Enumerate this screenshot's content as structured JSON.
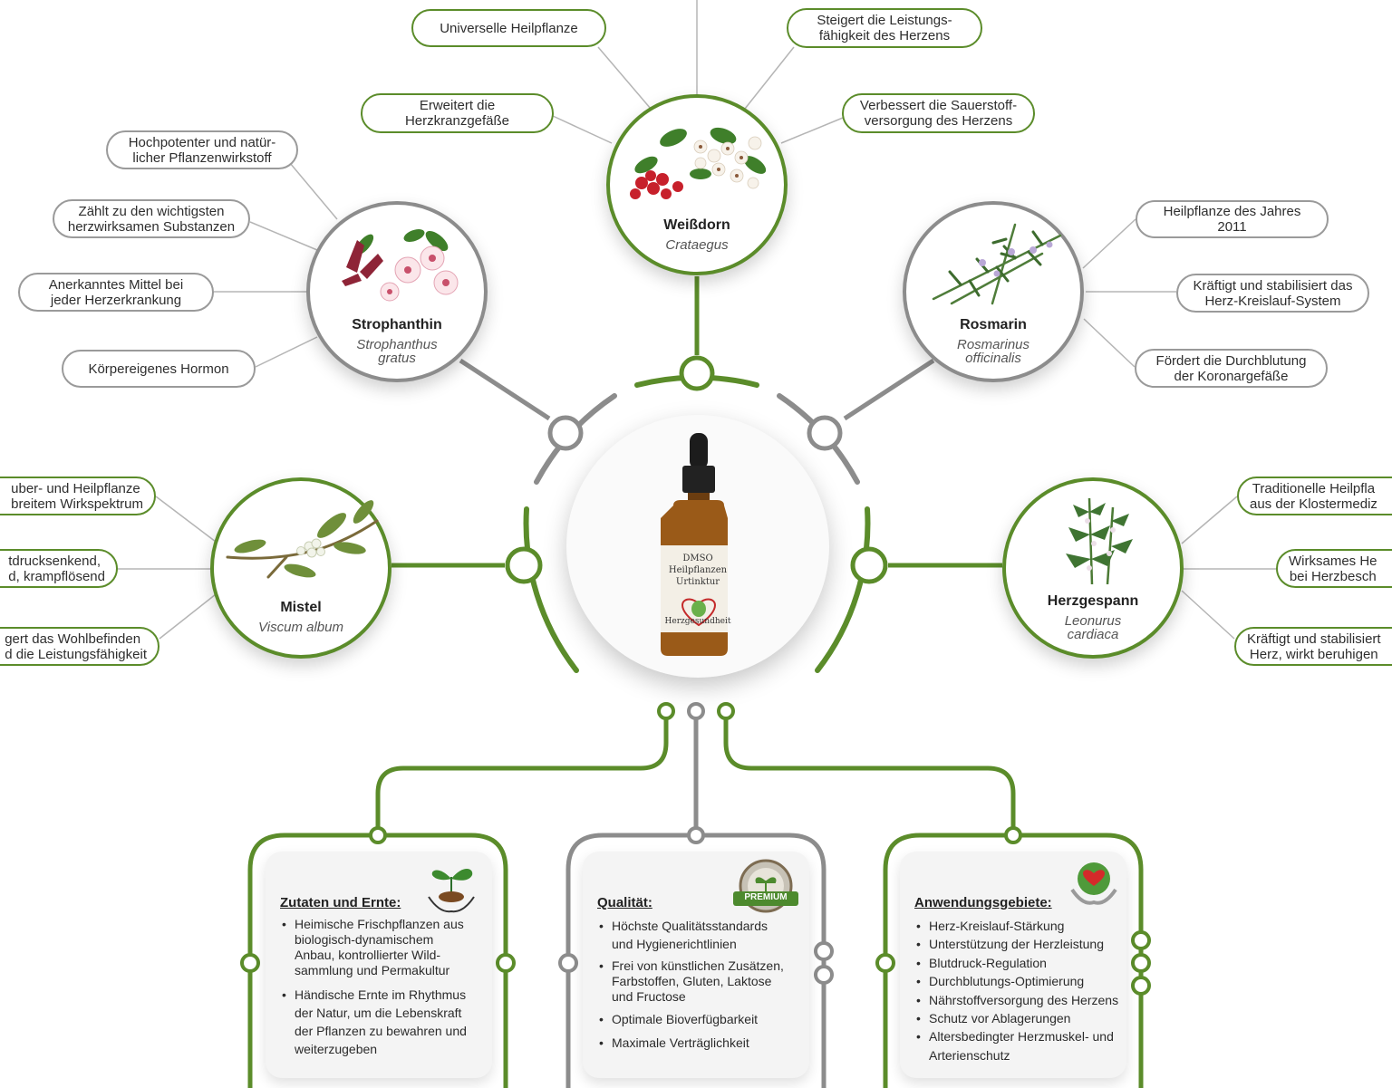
{
  "center": {
    "bottle_label": [
      "DMSO",
      "Heilpflanzen",
      "Urtinktur"
    ],
    "bottle_sub": "Herzgesundheit"
  },
  "plants": {
    "weissdorn": {
      "name": "Weißdorn",
      "latin": "Crataegus",
      "tags": [
        "Universelle Heilpflanze",
        "Steigert die Leistungs-\nfähigkeit des Herzens",
        "Erweitert die\nHerzkranzgefäße",
        "Verbessert die Sauerstoff-\nversorgung des Herzens"
      ]
    },
    "strophanthin": {
      "name": "Strophanthin",
      "latin": "Strophanthus\ngratus",
      "tags": [
        "Hochpotenter und natür-\nlicher Pflanzenwirkstoff",
        "Zählt zu den wichtigsten\nherzwirksamen Substanzen",
        "Anerkanntes Mittel bei\njeder Herzerkrankung",
        "Körpereigenes Hormon"
      ]
    },
    "rosmarin": {
      "name": "Rosmarin",
      "latin": "Rosmarinus\nofficinalis",
      "tags": [
        "Heilpflanze des Jahres 2011",
        "Kräftigt und stabilisiert das\nHerz-Kreislauf-System",
        "Fördert die Durchblutung\nder Koronargefäße"
      ]
    },
    "mistel": {
      "name": "Mistel",
      "latin": "Viscum album",
      "tags": [
        "uber- und Heilpflanze\nbreitem Wirkspektrum",
        "tdrucksenkend,\nd, krampflösend",
        "gert das Wohlbefinden\nd die Leistungsfähigkeit"
      ]
    },
    "herzgespann": {
      "name": "Herzgespann",
      "latin": "Leonurus\ncardiaca",
      "tags": [
        "Traditionelle Heilpfla\naus der Klostermediz",
        "Wirksames He\nbei Herzbesch",
        "Kräftigt und stabilisiert\nHerz, wirkt beruhigen"
      ]
    }
  },
  "panels": [
    {
      "title": "Zutaten und Ernte:",
      "icon": "hands-sprout-icon",
      "items": [
        "Heimische Frischpflanzen aus\nbiologisch-dynamischem\nAnbau, kontrollierter Wild-\nsammlung und Permakultur",
        "Händische Ernte im Rhythmus\nder Natur, um die Lebenskraft\nder Pflanzen zu bewahren und\nweiterzugeben"
      ]
    },
    {
      "title": "Qualität:",
      "icon": "premium-seal-icon",
      "badge_text": "PREMIUM",
      "items": [
        "Höchste Qualitätsstandards\nund Hygienerichtlinien",
        "Frei von künstlichen Zusätzen,\nFarbstoffen, Gluten, Laktose\nund Fructose",
        "Optimale Bioverfügbarkeit",
        "Maximale Verträglichkeit"
      ]
    },
    {
      "title": "Anwendungsgebiete:",
      "icon": "heart-tree-hands-icon",
      "items": [
        "Herz-Kreislauf-Stärkung",
        "Unterstützung der Herzleistung",
        "Blutdruck-Regulation",
        "Durchblutungs-Optimierung",
        "Nährstoffversorgung des Herzens",
        "Schutz vor Ablagerungen",
        "Altersbedingter Herzmuskel- und\nArterienschutz"
      ]
    }
  ],
  "colors": {
    "green": "#5b8c2a",
    "gray": "#8c8c8c",
    "leader": "#b5b5b5"
  }
}
